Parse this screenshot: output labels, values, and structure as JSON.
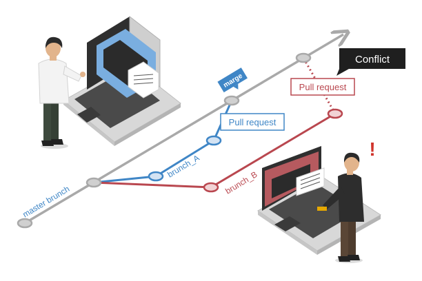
{
  "labels": {
    "master_branch": "master brunch",
    "branch_a": "brunch_A",
    "branch_b": "brunch_B",
    "merge": "marge",
    "pull_request_a": "Pull request",
    "pull_request_b": "Pull request",
    "conflict": "Conflict",
    "alert": "!"
  },
  "colors": {
    "master": "#a9a9a9",
    "branch_a": "#3f86c6",
    "branch_b": "#b9474f",
    "conflict_bg": "#1f1f1f",
    "screen_blue": "#7aaee0",
    "screen_red": "#b65a5f"
  }
}
